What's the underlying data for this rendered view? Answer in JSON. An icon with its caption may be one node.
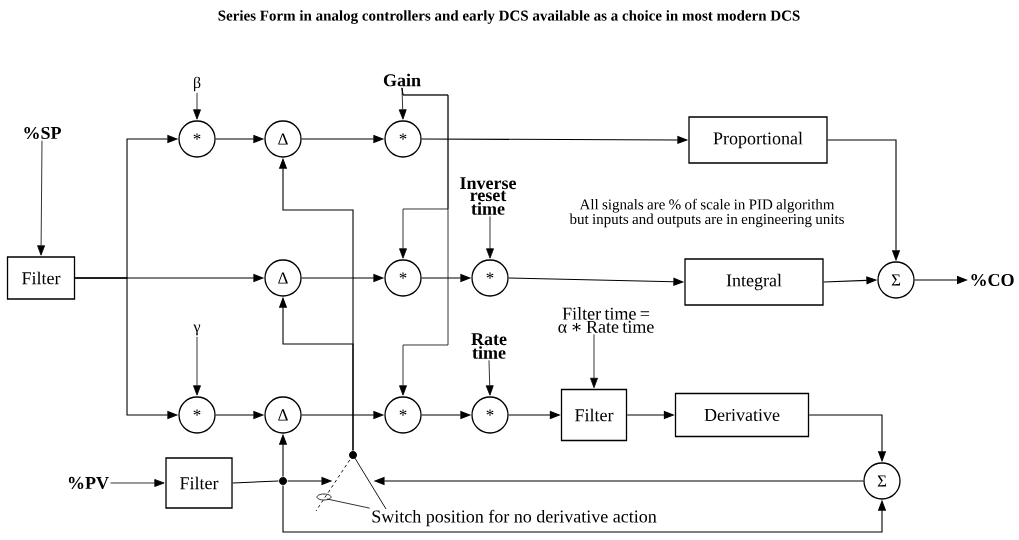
{
  "diagram": {
    "title": "Series Form in analog controllers and early DCS available as a choice in most modern DCS",
    "nodes": [
      {
        "text": [
          "%SP"
        ]
      },
      {
        "text": [
          "Filter"
        ]
      },
      {
        "text": [
          "β"
        ]
      },
      {
        "text": [
          "*"
        ]
      },
      {
        "text": [
          "Δ"
        ]
      },
      {
        "text": [
          "Gain"
        ]
      },
      {
        "text": [
          "*"
        ]
      },
      {
        "text": [
          "Proportional"
        ]
      },
      {
        "text": [
          "Inverse reset time"
        ]
      },
      {
        "text": [
          "Δ"
        ]
      },
      {
        "text": [
          "*"
        ]
      },
      {
        "text": [
          "*"
        ]
      },
      {
        "text": [
          "Integral"
        ]
      },
      {
        "text": [
          "Σ"
        ]
      },
      {
        "text": [
          "%CO"
        ]
      },
      {
        "text": [
          "γ"
        ]
      },
      {
        "text": [
          "*"
        ]
      },
      {
        "text": [
          "Δ"
        ]
      },
      {
        "text": [
          "Rate time"
        ]
      },
      {
        "text": [
          "*"
        ]
      },
      {
        "text": [
          "*"
        ]
      },
      {
        "text": [
          "Filter time = α ∗ Rate time"
        ]
      },
      {
        "text": [
          "Filter"
        ]
      },
      {
        "text": [
          "Derivative"
        ]
      },
      {
        "text": [
          "Σ"
        ]
      },
      {
        "text": [
          "%PV"
        ]
      },
      {
        "text": [
          "Filter"
        ]
      },
      {
        "text": [
          "Switch position for no derivative action"
        ]
      },
      {
        "text": [],
        "shape": "circle"
      },
      {
        "text": [],
        "shape": "picture"
      }
    ],
    "edges": [
      {
        "from": 0,
        "to": 1,
        "arrow": "to"
      },
      {
        "from": 1,
        "to": 3,
        "arrow": "to"
      },
      {
        "from": 1,
        "to": 9,
        "arrow": "to"
      },
      {
        "from": 1,
        "to": 16,
        "arrow": "to"
      },
      {
        "from": 2,
        "to": 3,
        "arrow": "to"
      },
      {
        "from": 3,
        "to": 4,
        "arrow": "to"
      },
      {
        "from": 4,
        "to": 6,
        "arrow": "to"
      },
      {
        "from": 5,
        "to": 6,
        "arrow": "to"
      },
      {
        "from": 5,
        "to": 10,
        "arrow": "to"
      },
      {
        "from": 5,
        "to": 19,
        "arrow": "to"
      },
      {
        "from": 6,
        "to": 7,
        "arrow": "to"
      },
      {
        "from": 7,
        "to": 13,
        "arrow": "to"
      },
      {
        "from": 9,
        "to": 10,
        "arrow": "to"
      },
      {
        "from": 10,
        "to": 11,
        "arrow": "to"
      },
      {
        "from": 8,
        "to": 11,
        "arrow": "to"
      },
      {
        "from": 11,
        "to": 12,
        "arrow": "to"
      },
      {
        "from": 12,
        "to": 13,
        "arrow": "to"
      },
      {
        "from": 13,
        "to": 14,
        "arrow": "to"
      },
      {
        "from": 15,
        "to": 16,
        "arrow": "to"
      },
      {
        "from": 16,
        "to": 17,
        "arrow": "to"
      },
      {
        "from": 17,
        "to": 19,
        "arrow": "to"
      },
      {
        "from": 19,
        "to": 20,
        "arrow": "to"
      },
      {
        "from": 18,
        "to": 20,
        "arrow": "to"
      },
      {
        "from": 20,
        "to": 22,
        "arrow": "to"
      },
      {
        "from": 21,
        "to": 22,
        "arrow": "to"
      },
      {
        "from": 22,
        "to": 23,
        "arrow": "to"
      },
      {
        "from": 23,
        "to": 24,
        "arrow": "to"
      },
      {
        "from": 25,
        "to": 26,
        "arrow": "to"
      },
      {
        "from": 26,
        "to": 28,
        "arrow": "none"
      },
      {
        "from": 28,
        "to": 17,
        "arrow": "to"
      },
      {
        "from": 28,
        "to": 24,
        "arrow": "to"
      },
      {
        "from": 28,
        "to": 29,
        "arrow": "to"
      },
      {
        "from": 24,
        "to": 29,
        "arrow": "to"
      },
      {
        "from": 29,
        "to": 4,
        "arrow": "to"
      },
      {
        "from": 29,
        "to": 9,
        "arrow": "to"
      },
      {
        "from": 27,
        "to": 29,
        "arrow": "none"
      }
    ],
    "labels": [
      "All signals are % of scale in PID algorithm but inputs and outputs are in engineering units"
    ]
  }
}
